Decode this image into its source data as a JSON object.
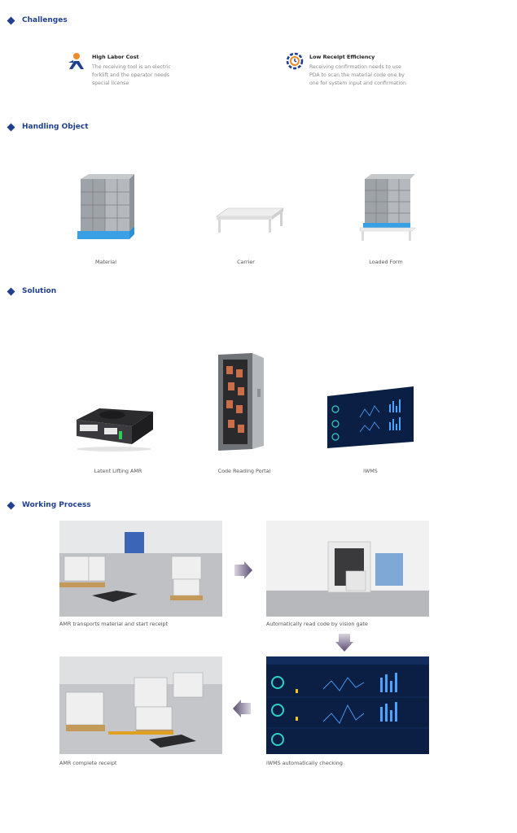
{
  "sections": {
    "challenges": "Challenges",
    "handling": "Handling Object",
    "solution": "Solution",
    "process": "Working Process"
  },
  "challenges": [
    {
      "title": "High Labor Cost",
      "desc": [
        "The receiving tool is an electric",
        "forklift and the operator needs",
        "special license"
      ],
      "icon": "worker-icon"
    },
    {
      "title": "Low Receipt Efficiency",
      "desc": [
        "Receiving confirmation needs to use",
        "PDA to scan the material code one by",
        "one for system input and confirmation"
      ],
      "icon": "gear-clock-icon"
    }
  ],
  "handling": [
    {
      "label": "Material"
    },
    {
      "label": "Carrier"
    },
    {
      "label": "Loaded Form"
    }
  ],
  "solution": [
    {
      "label": "Latent Lifting AMR"
    },
    {
      "label": "Code Reading Portal"
    },
    {
      "label": "iWMS"
    }
  ],
  "process": [
    {
      "label": "AMR transports material and start receipt"
    },
    {
      "label": "Automatically read code by vision gate"
    },
    {
      "label": "iWMS automatically checking"
    },
    {
      "label": "AMR complete receipt"
    }
  ],
  "colors": {
    "accent": "#1f3f8f",
    "arrow": "#6b5f80",
    "dashboard": "#0b1f45"
  }
}
